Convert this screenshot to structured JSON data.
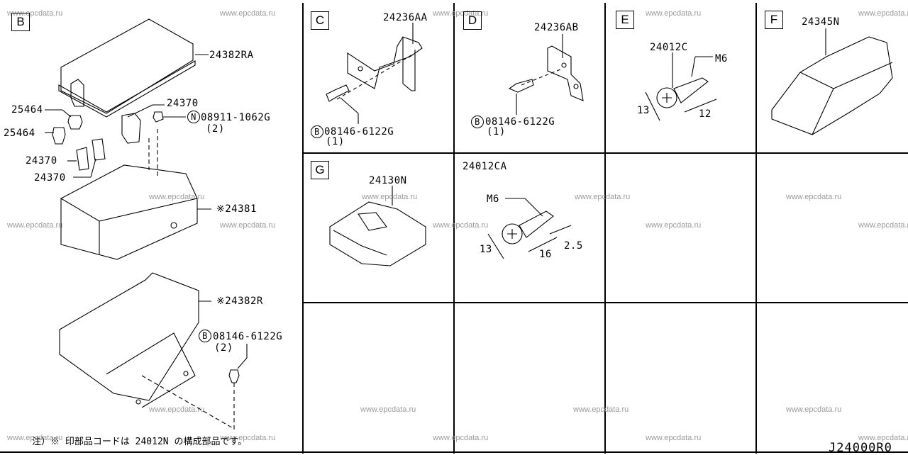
{
  "watermark": "www.epcdata.ru",
  "diagram_id": "J24000R0",
  "note": "注）※ 印部品コードは 24012N の構成部品です。",
  "sections": {
    "B": {
      "label": "B",
      "parts": {
        "cover": "24382RA",
        "fuse1": "25464",
        "fuse2": "25464",
        "fuse_large": "24370",
        "fuse_small1": "24370",
        "fuse_small2": "24370",
        "nut_code": "N",
        "nut": "08911-1062G",
        "nut_qty": "(2)",
        "block": "※24381",
        "bracket": "※24382R",
        "bolt_code": "B",
        "bolt": "08146-6122G",
        "bolt_qty": "(2)"
      }
    },
    "C": {
      "label": "C",
      "part": "24236AA",
      "bolt_code": "B",
      "bolt": "08146-6122G",
      "bolt_qty": "(1)"
    },
    "D": {
      "label": "D",
      "part": "24236AB",
      "bolt_code": "B",
      "bolt": "08146-6122G",
      "bolt_qty": "(1)"
    },
    "E": {
      "label": "E",
      "part": "24012C",
      "thread": "M6",
      "dim_head": "13",
      "dim_length": "12"
    },
    "F": {
      "label": "F",
      "part": "24345N"
    },
    "G": {
      "label": "G",
      "part": "24130N"
    },
    "H": {
      "part": "24012CA",
      "thread": "M6",
      "dim_head": "13",
      "dim_length": "16",
      "dim_extra": "2.5"
    }
  }
}
